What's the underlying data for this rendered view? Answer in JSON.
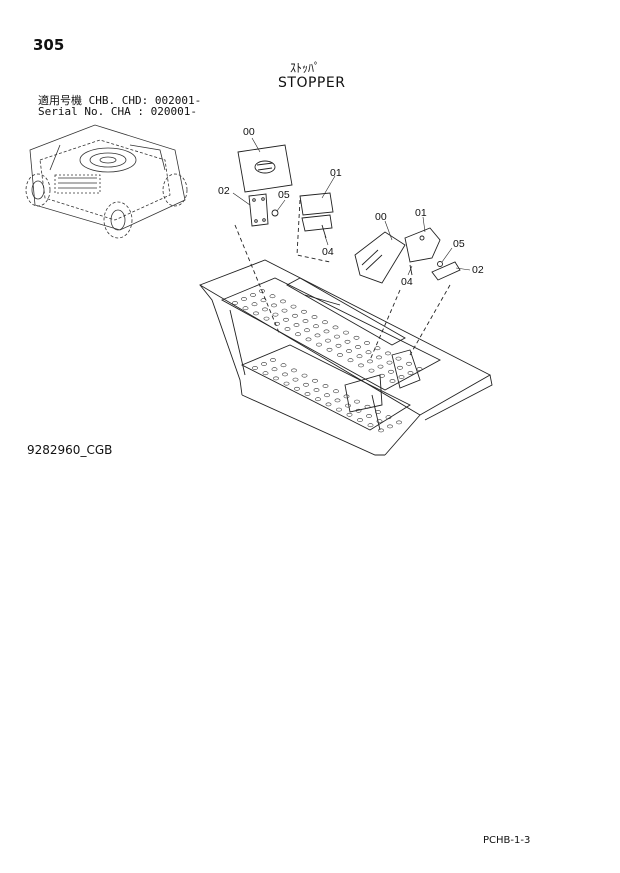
{
  "page": {
    "number": "305",
    "title_jp": "ｽﾄｯﾊﾟ",
    "title_en": "STOPPER",
    "applicability_line1": "適用号機  CHB. CHD: 002001-",
    "applicability_line2": "Serial No. CHA      : 020001-",
    "drawing_number": "9282960_CGB",
    "footer_code": "PCHB-1-3"
  },
  "callouts": {
    "left_00": "00",
    "left_01": "01",
    "left_02": "02",
    "left_04": "04",
    "left_05": "05",
    "right_00": "00",
    "right_01": "01",
    "right_02": "02",
    "right_04": "04",
    "right_05": "05"
  }
}
